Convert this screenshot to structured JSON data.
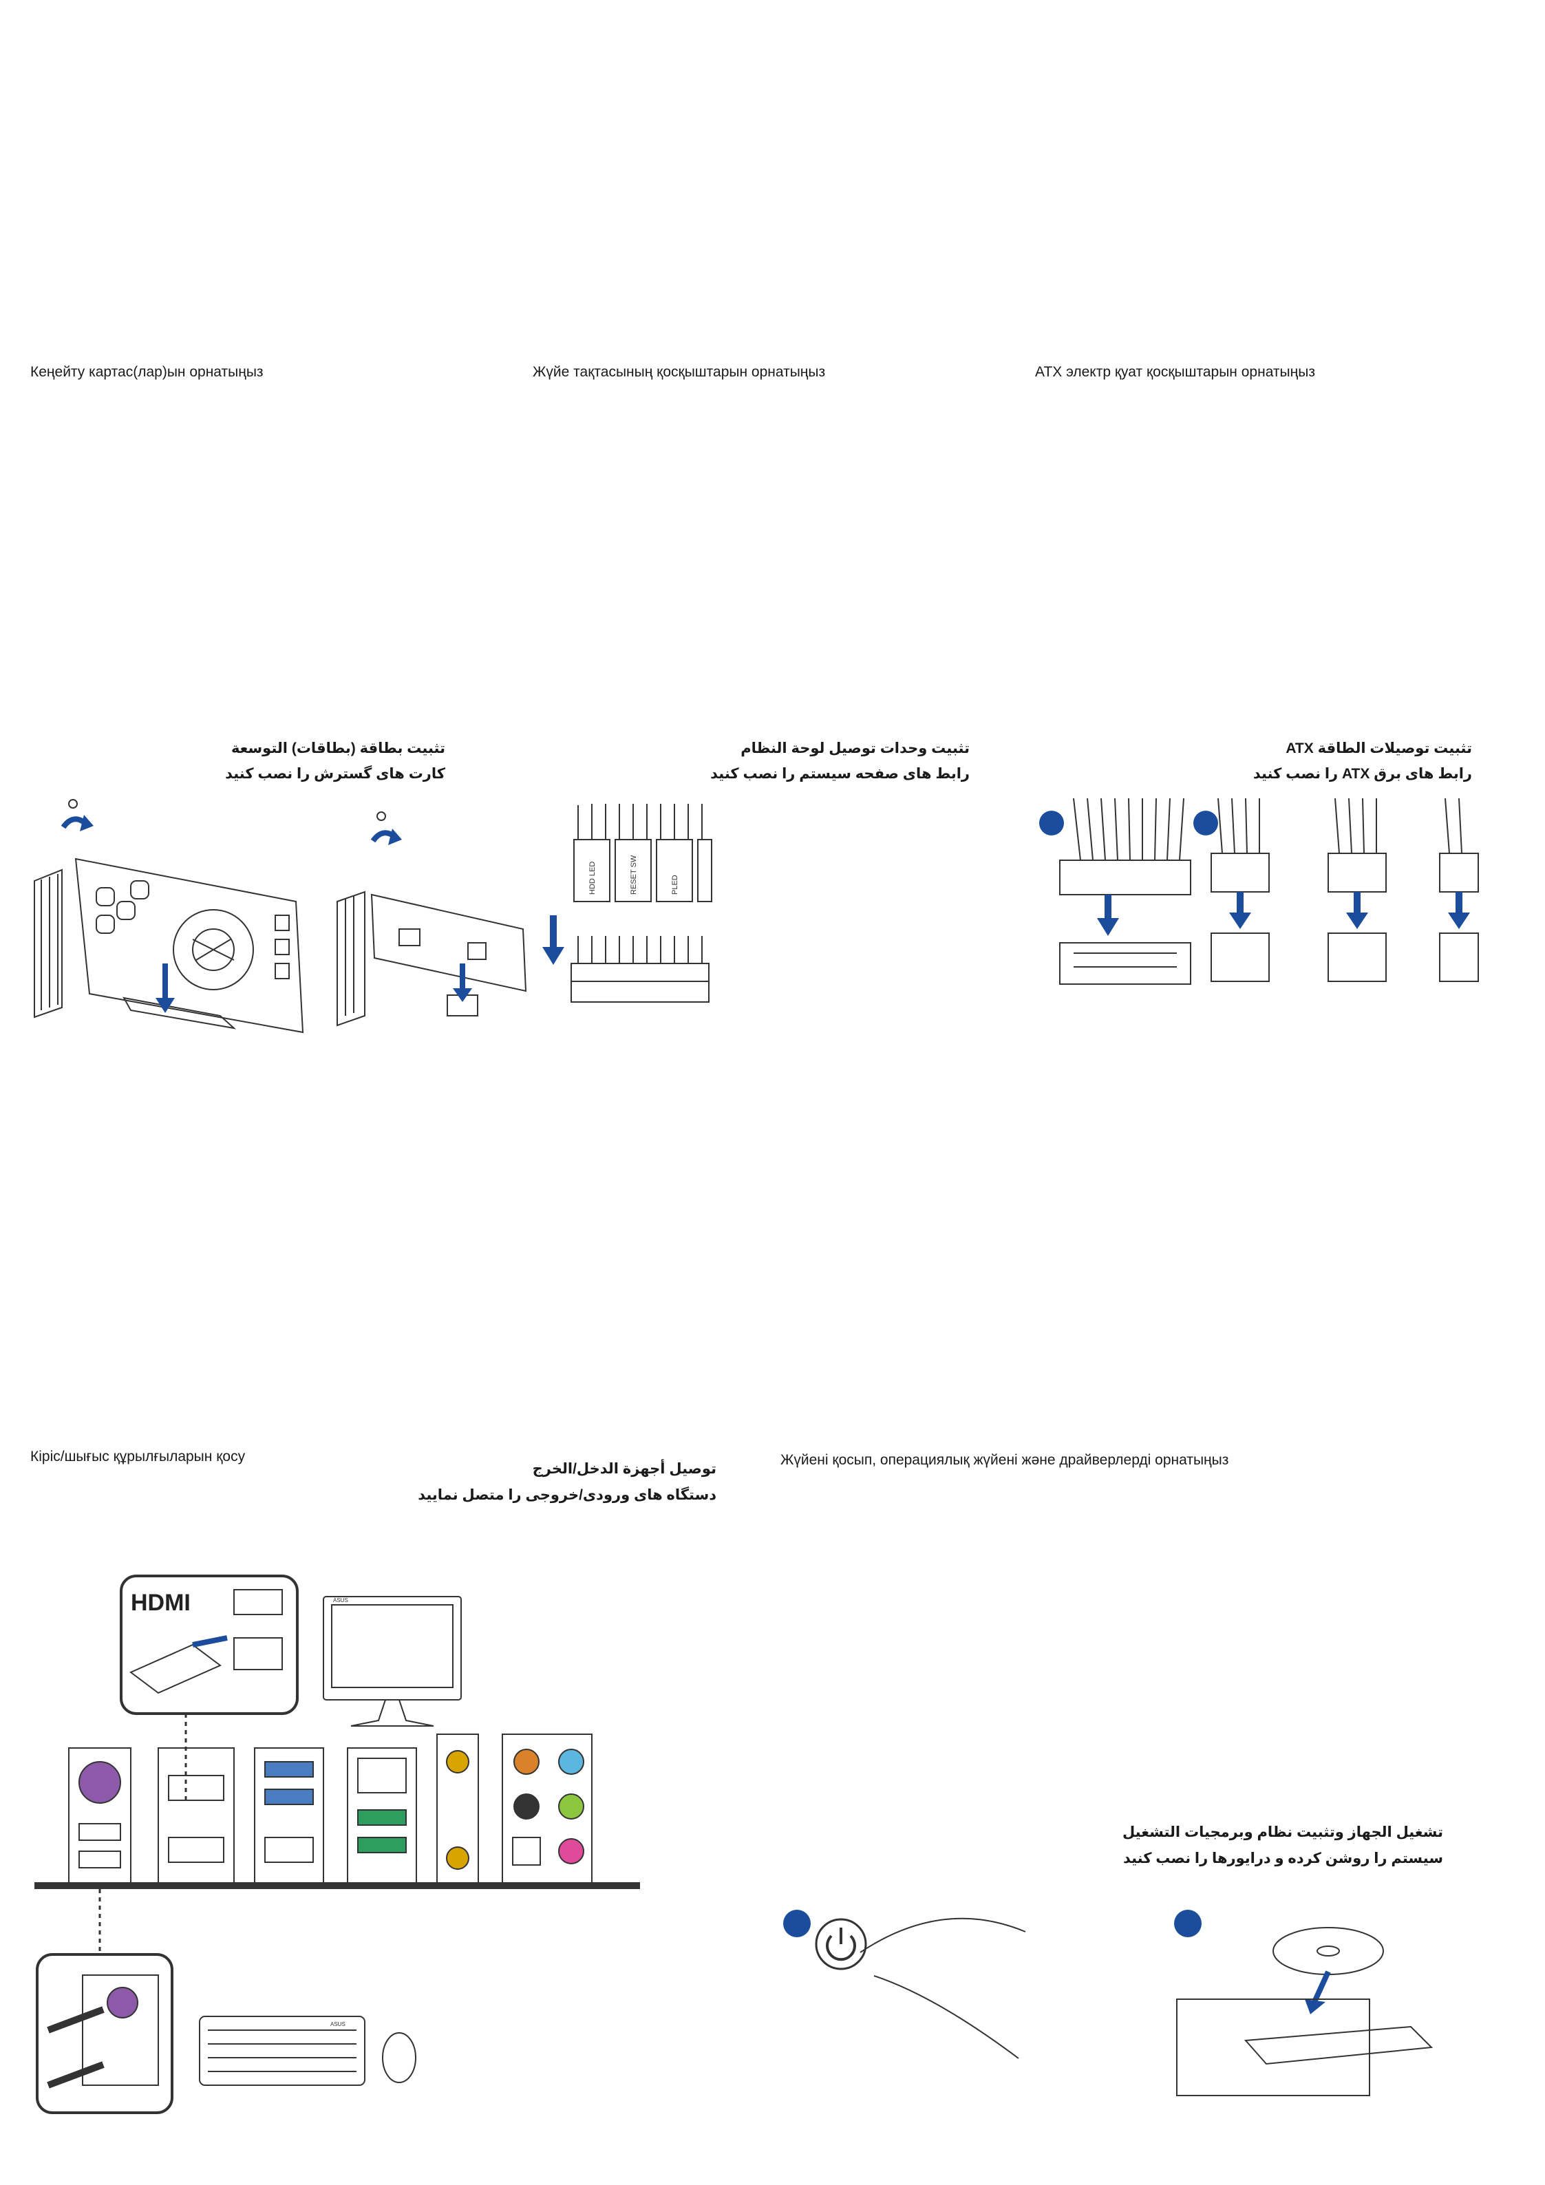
{
  "sections": {
    "expansion": {
      "kz_title": "Кеңейту картас(лар)ын орнатыңыз",
      "ar_line1": "تثبيت بطاقة (بطاقات) التوسعة",
      "ar_line2": "کارت های گسترش را نصب کنید"
    },
    "panel": {
      "kz_title": "Жүйе тақтасының қосқыштарын орнатыңыз",
      "ar_line1": "تثبيت وحدات توصيل لوحة النظام",
      "ar_line2": "رابط های صفحه سیستم را نصب کنید",
      "labels": [
        "HDD LED",
        "RESET SW",
        "PLED"
      ]
    },
    "atx": {
      "kz_title": "ATX электр қуат қосқыштарын орнатыңыз",
      "ar_line1": "تثبيت توصيلات الطاقة ATX",
      "ar_line2": "رابط های برق ATX را نصب کنید"
    },
    "io": {
      "kz_title": "Кіріс/шығыс құрылғыларын қосу",
      "ar_line1": "توصيل أجهزة الدخل/الخرج",
      "ar_line2": "دستگاه های ورودی/خروجی را متصل نمایید",
      "hdmi_logo": "HDMI",
      "monitor_brand": "ASUS",
      "keyboard_brand": "ASUS"
    },
    "power": {
      "kz_title": "Жүйені қосып, операциялық жүйені және драйверлерді орнатыңыз",
      "ar_line1": "تشغيل الجهاز وتثبيت نظام وبرمجيات التشغيل",
      "ar_line2": "سیستم را روشن کرده و درایورها را نصب کنید"
    }
  },
  "colors": {
    "accent_blue": "#1c4d9c",
    "line": "#333333"
  }
}
